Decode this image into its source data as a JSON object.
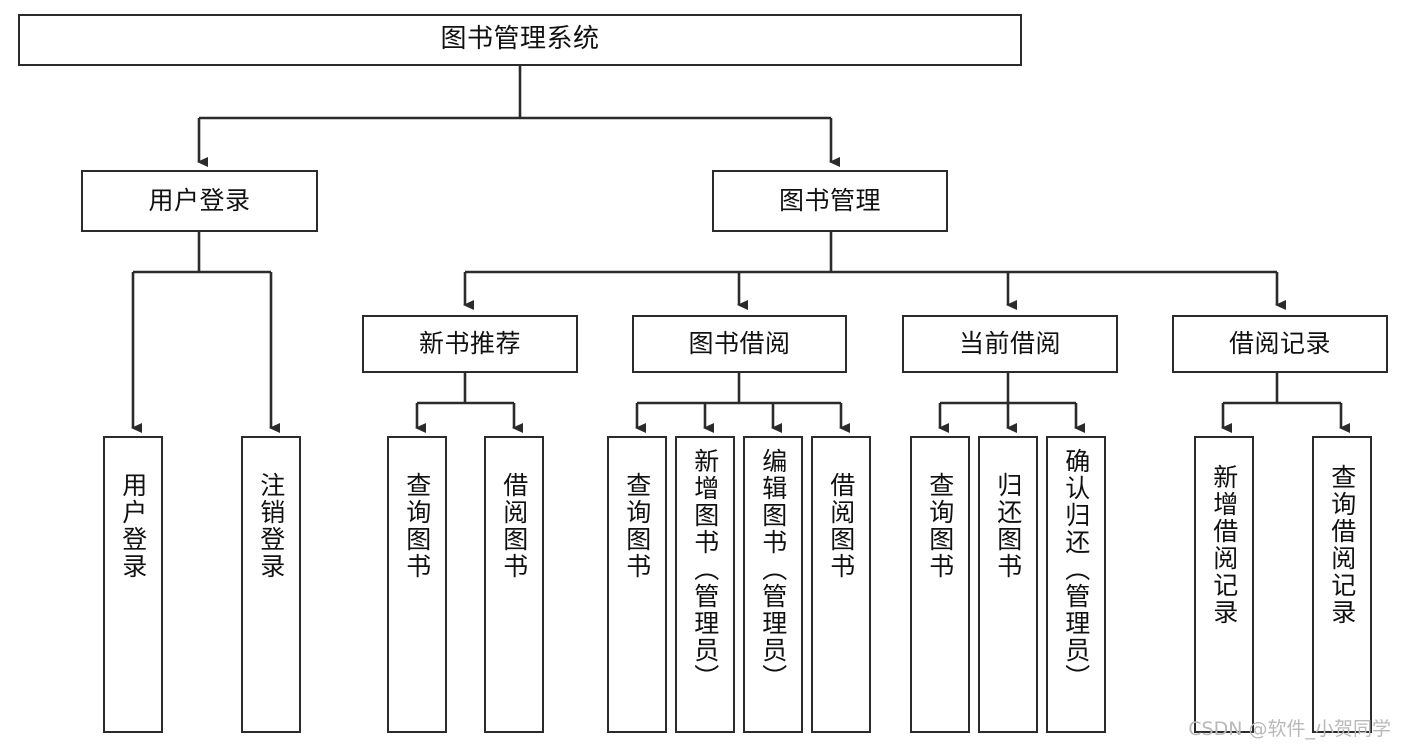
{
  "diagram": {
    "title": "图书管理系统",
    "type": "tree-hierarchy",
    "watermark": "CSDN @软件_小贺同学",
    "colors": {
      "box_border": "#2b2b2b",
      "box_fill": "#ffffff",
      "connector": "#2b2b2b",
      "text": "#111111",
      "watermark": "#b9b9b9",
      "background": "#ffffff"
    },
    "nodes": {
      "root": {
        "label": "图书管理系统"
      },
      "level2": [
        {
          "id": "user-login",
          "label": "用户登录"
        },
        {
          "id": "book-management",
          "label": "图书管理"
        }
      ],
      "level3": [
        {
          "id": "new-book-recommend",
          "label": "新书推荐"
        },
        {
          "id": "book-borrow",
          "label": "图书借阅"
        },
        {
          "id": "current-borrow",
          "label": "当前借阅"
        },
        {
          "id": "borrow-record",
          "label": "借阅记录"
        }
      ],
      "leaves": {
        "user-login": [
          {
            "id": "leaf-user-login",
            "label": "用户登录"
          },
          {
            "id": "leaf-logout-login",
            "label": "注销登录"
          }
        ],
        "new-book-recommend": [
          {
            "id": "leaf-query-book-1",
            "label": "查询图书"
          },
          {
            "id": "leaf-borrow-book-1",
            "label": "借阅图书"
          }
        ],
        "book-borrow": [
          {
            "id": "leaf-query-book-2",
            "label": "查询图书"
          },
          {
            "id": "leaf-add-book",
            "label": "新增图书（管理员）"
          },
          {
            "id": "leaf-edit-book",
            "label": "编辑图书（管理员）"
          },
          {
            "id": "leaf-borrow-book-2",
            "label": "借阅图书"
          }
        ],
        "current-borrow": [
          {
            "id": "leaf-query-book-3",
            "label": "查询图书"
          },
          {
            "id": "leaf-return-book",
            "label": "归还图书"
          },
          {
            "id": "leaf-confirm-return",
            "label": "确认归还（管理员）"
          }
        ],
        "borrow-record": [
          {
            "id": "leaf-add-record",
            "label": "新增借阅记录"
          },
          {
            "id": "leaf-query-record",
            "label": "查询借阅记录"
          }
        ]
      }
    }
  }
}
